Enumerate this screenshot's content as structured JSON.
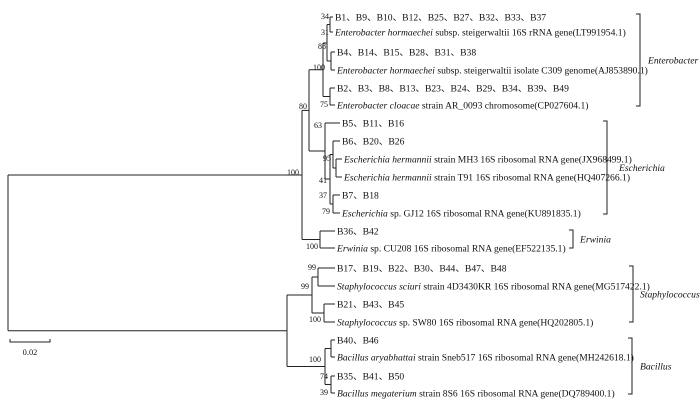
{
  "tree": {
    "leaves": [
      {
        "segments": [
          {
            "t": "B1、B9、B10、B12、B25、B27、B32、B33、B37"
          }
        ]
      },
      {
        "segments": [
          {
            "t": "Enterobacter hormaechei",
            "i": true
          },
          {
            "t": " subsp. steigerwaltii 16S rRNA gene(LT991954.1)"
          }
        ]
      },
      {
        "segments": [
          {
            "t": "B4、B14、B15、B28、B31、B38"
          }
        ]
      },
      {
        "segments": [
          {
            "t": "Enterobacter hormaechei",
            "i": true
          },
          {
            "t": " subsp. steigerwaltii isolate C309 genome(AJ853890.1)"
          }
        ]
      },
      {
        "segments": [
          {
            "t": "B2、B3、B8、B13、B23、B24、B29、B34、B39、B49"
          }
        ]
      },
      {
        "segments": [
          {
            "t": "Enterobacter cloacae",
            "i": true
          },
          {
            "t": " strain AR_0093 chromosome(CP027604.1)"
          }
        ]
      },
      {
        "segments": [
          {
            "t": "B5、B11、B16"
          }
        ]
      },
      {
        "segments": [
          {
            "t": "B6、B20、B26"
          }
        ]
      },
      {
        "segments": [
          {
            "t": "Escherichia hermannii",
            "i": true
          },
          {
            "t": " strain MH3 16S ribosomal RNA gene(JX968499.1)"
          }
        ]
      },
      {
        "segments": [
          {
            "t": "Escherichia hermannii",
            "i": true
          },
          {
            "t": " strain T91 16S ribosomal RNA gene(HQ407266.1)"
          }
        ]
      },
      {
        "segments": [
          {
            "t": "B7、B18"
          }
        ]
      },
      {
        "segments": [
          {
            "t": "Escherichia",
            "i": true
          },
          {
            "t": " sp. GJ12 16S ribosomal RNA gene(KU891835.1)"
          }
        ]
      },
      {
        "segments": [
          {
            "t": "B36、B42"
          }
        ]
      },
      {
        "segments": [
          {
            "t": "Erwinia",
            "i": true
          },
          {
            "t": " sp. CU208 16S ribosomal RNA gene(EF522135.1)"
          }
        ]
      },
      {
        "segments": [
          {
            "t": "B17、B19、B22、B30、B44、B47、B48"
          }
        ]
      },
      {
        "segments": [
          {
            "t": "Staphylococcus sciuri",
            "i": true
          },
          {
            "t": " strain 4D3430KR 16S ribosomal RNA gene(MG517422.1)"
          }
        ]
      },
      {
        "segments": [
          {
            "t": "B21、B43、B45"
          }
        ]
      },
      {
        "segments": [
          {
            "t": "Staphylococcus",
            "i": true
          },
          {
            "t": " sp. SW80 16S ribosomal RNA gene(HQ202805.1)"
          }
        ]
      },
      {
        "segments": [
          {
            "t": "B40、B46"
          }
        ]
      },
      {
        "segments": [
          {
            "t": "Bacillus aryabhattai",
            "i": true
          },
          {
            "t": " strain Sneb517 16S ribosomal RNA gene(MH242618.1)"
          }
        ]
      },
      {
        "segments": [
          {
            "t": "B35、B41、B50"
          }
        ]
      },
      {
        "segments": [
          {
            "t": "Bacillus megaterium",
            "i": true
          },
          {
            "t": " strain 8S6 16S ribosomal RNA gene(DQ789400.1)"
          }
        ]
      }
    ],
    "bootstrap": [
      "34",
      "31",
      "88",
      "100",
      "75",
      "80",
      "63",
      "95",
      "41",
      "37",
      "79",
      "100",
      "100",
      "99",
      "99",
      "100",
      "100",
      "74",
      "39"
    ],
    "clades": [
      "Enterobacter",
      "Escherichia",
      "Erwinia",
      "Staphylococcus",
      "Bacillus"
    ],
    "scale_label": "0.02"
  }
}
